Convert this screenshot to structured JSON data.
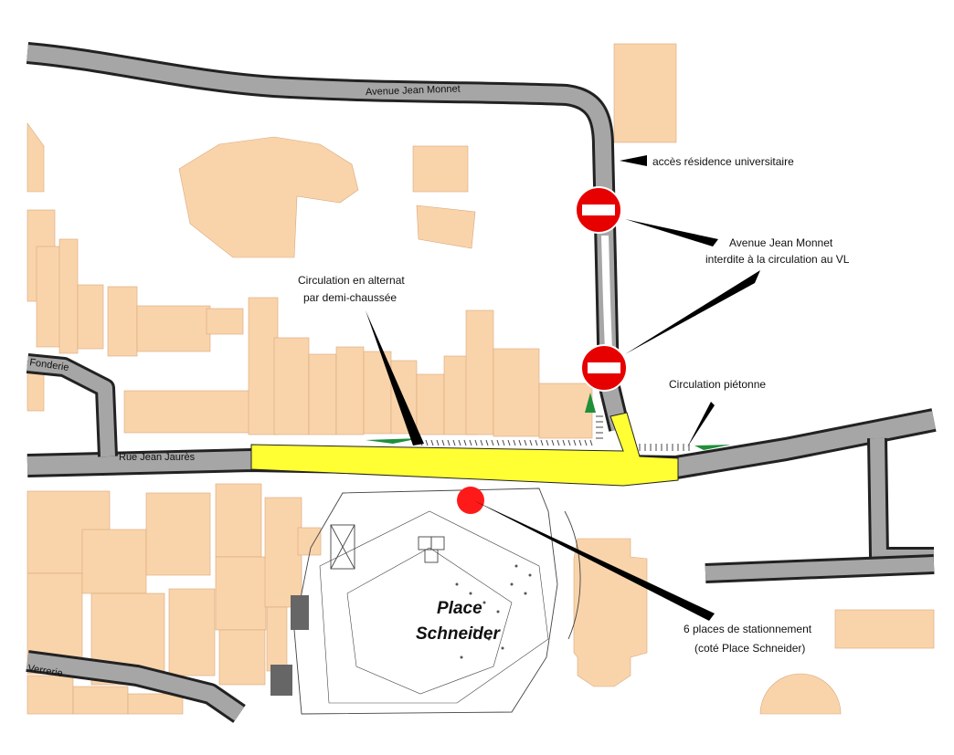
{
  "map": {
    "streets": {
      "jean_monnet": "Avenue   Jean   Monnet",
      "jean_jaures": "Rue Jean Jaurès",
      "fonderie": "Fonderie",
      "verrerie": "Verrerie"
    },
    "place_name_line1": "Place",
    "place_name_line2": "Schneider",
    "annotations": {
      "residence": "accès résidence universitaire",
      "interdite_line1": "Avenue Jean Monnet",
      "interdite_line2": "interdite à la circulation au VL",
      "alternat_line1": "Circulation en alternat",
      "alternat_line2": "par demi-chaussée",
      "pietonne": "Circulation piétonne",
      "parking_line1": "6 places de stationnement",
      "parking_line2": "(coté Place Schneider)"
    },
    "colors": {
      "building": "#f9d4ab",
      "road": "#a6a6a6",
      "road_outline": "#222222",
      "work_zone": "#ffff33",
      "no_entry": "#e60000",
      "parking_marker": "#ff1a1a",
      "green_marks": "#1f8f3a"
    },
    "icons": [
      "no-entry-icon",
      "parking-dot-icon"
    ]
  }
}
